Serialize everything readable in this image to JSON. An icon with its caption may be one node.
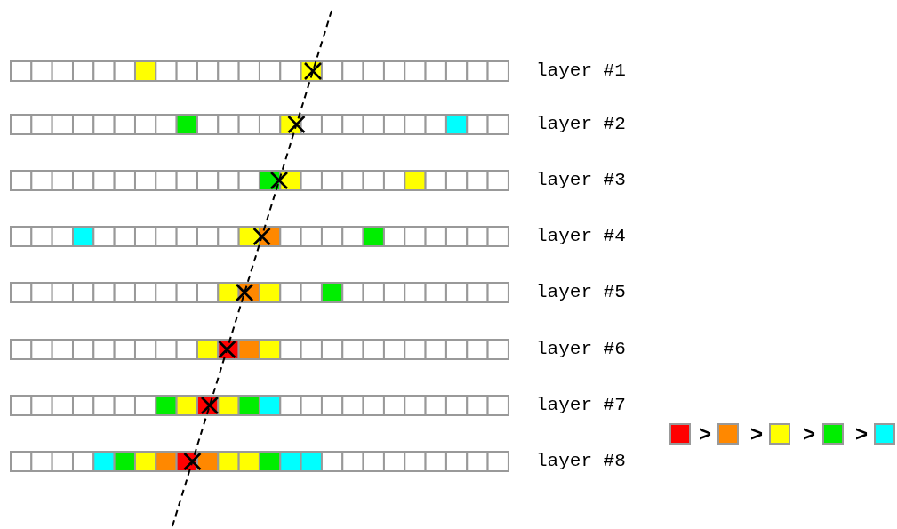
{
  "diagram": {
    "labels": [
      "layer #1",
      "layer #2",
      "layer #3",
      "layer #4",
      "layer #5",
      "layer #6",
      "layer #7",
      ">",
      ">",
      ">",
      ">",
      "layer #8"
    ]
  }
}
